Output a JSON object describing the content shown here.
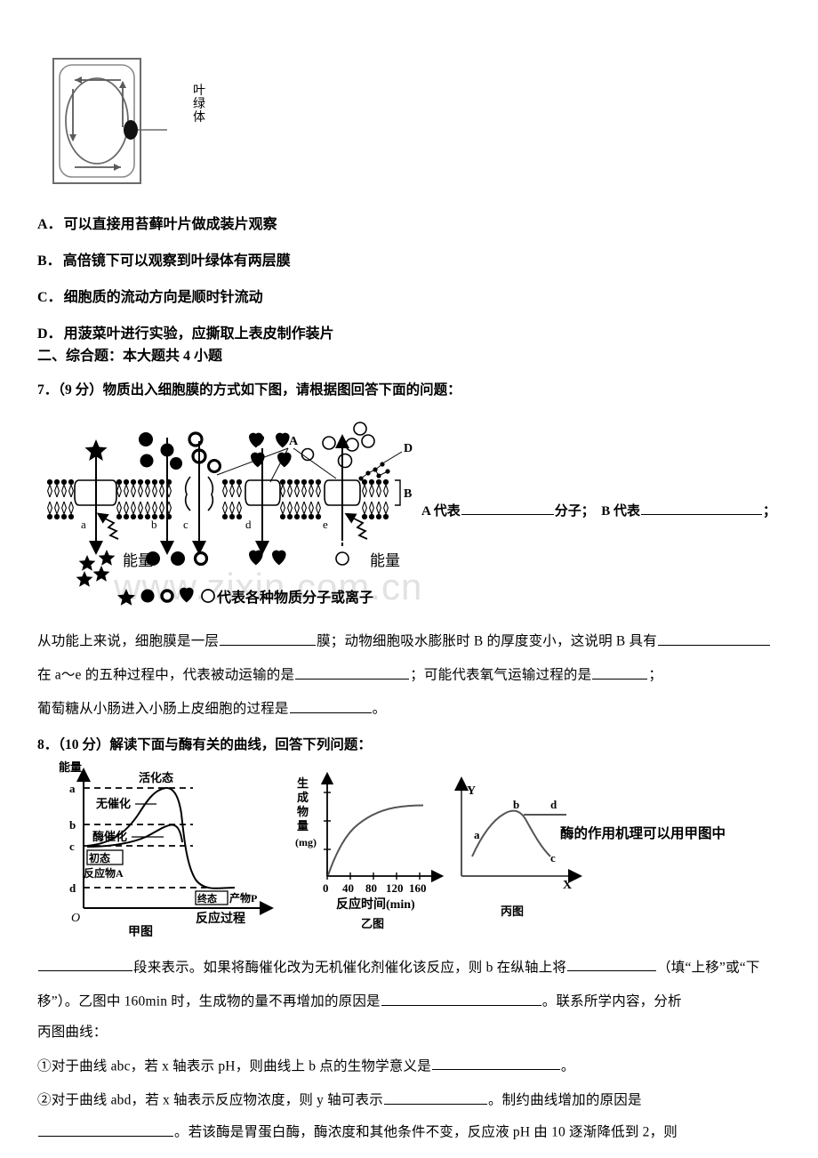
{
  "figure1": {
    "label": "叶绿体",
    "name": "chloroplast-cell-diagram"
  },
  "options": [
    {
      "letter": "A．",
      "text": "可以直接用苔藓叶片做成装片观察"
    },
    {
      "letter": "B．",
      "text": "高倍镜下可以观察到叶绿体有两层膜"
    },
    {
      "letter": "C．",
      "text": "细胞质的流动方向是顺时针流动"
    },
    {
      "letter": "D．",
      "text": "用菠菜叶进行实验，应撕取上表皮制作装片"
    }
  ],
  "section_heading": "二、综合题：本大题共 4 小题",
  "question7": {
    "stem": "7．（9 分）物质出入细胞膜的方式如下图，请根据图回答下面的问题：",
    "membrane_figure": {
      "process_labels": [
        "a",
        "b",
        "c",
        "d",
        "e"
      ],
      "energy_labels": [
        "能量",
        "能量"
      ],
      "callouts": [
        "A",
        "B",
        "D"
      ],
      "legend": "代表各种物质分子或离子"
    },
    "right_prompt_1": "A 代表",
    "right_prompt_1_tail": "分子；",
    "right_prompt_2": "B 代表",
    "right_prompt_2_tail": "；",
    "lines": [
      {
        "segments": [
          {
            "type": "text",
            "value": "从功能上来说，细胞膜是一层"
          },
          {
            "type": "blank",
            "width": 108
          },
          {
            "type": "text",
            "value": "膜；动物细胞吸水膨胀时 B 的厚度变小，这说明 B 具有"
          },
          {
            "type": "blank",
            "width": 126
          }
        ]
      },
      {
        "segments": [
          {
            "type": "text",
            "value": "在 a～e 的五种过程中，代表被动运输的是"
          },
          {
            "type": "blank",
            "width": 128
          },
          {
            "type": "text",
            "value": "；可能代表氧气运输过程的是"
          },
          {
            "type": "blank",
            "width": 62
          },
          {
            "type": "text",
            "value": "；"
          }
        ]
      },
      {
        "segments": [
          {
            "type": "text",
            "value": "葡萄糖从小肠进入小肠上皮细胞的过程是"
          },
          {
            "type": "blank",
            "width": 92
          },
          {
            "type": "text",
            "value": "。"
          }
        ]
      }
    ]
  },
  "question8": {
    "stem": "8．（10 分）解读下面与酶有关的曲线，回答下列问题：",
    "note": "酶的作用机理可以用甲图中",
    "lines": [
      {
        "segments": [
          {
            "type": "blank",
            "width": 106
          },
          {
            "type": "text",
            "value": "段来表示。如果将酶催化改为无机催化剂催化该反应，则 b 在纵轴上将"
          },
          {
            "type": "blank",
            "width": 100
          },
          {
            "type": "text",
            "value": "（填“上移”或“下"
          }
        ]
      },
      {
        "segments": [
          {
            "type": "text",
            "value": "移”）。乙图中 160min 时，生成物的量不再增加的原因是"
          },
          {
            "type": "blank",
            "width": 180
          },
          {
            "type": "text",
            "value": "。联系所学内容，分析"
          }
        ]
      },
      {
        "segments": [
          {
            "type": "text",
            "value": "丙图曲线："
          }
        ]
      },
      {
        "segments": [
          {
            "type": "text",
            "value": "①对于曲线 abc，若 x 轴表示 pH，则曲线上 b 点的生物学意义是"
          },
          {
            "type": "blank",
            "width": 144
          },
          {
            "type": "text",
            "value": "。"
          }
        ]
      },
      {
        "segments": [
          {
            "type": "text",
            "value": "②对于曲线 abd，若 x 轴表示反应物浓度，则 y 轴可表示"
          },
          {
            "type": "blank",
            "width": 116
          },
          {
            "type": "text",
            "value": "。制约曲线增加的原因是"
          }
        ]
      },
      {
        "segments": [
          {
            "type": "blank",
            "width": 152
          },
          {
            "type": "text",
            "value": "。若该酶是胃蛋白酶，酶浓度和其他条件不变，反应液 pH 由 10 逐渐降低到 2，则"
          }
        ]
      }
    ]
  },
  "watermark": "www.zixin.com.cn",
  "chart_data": [
    {
      "type": "line",
      "name": "甲图",
      "title": "甲图",
      "ylabel": "能量",
      "xlabel": "反应过程",
      "ytick_labels": [
        "a",
        "b",
        "c",
        "d"
      ],
      "ytick_values": [
        4,
        2.6,
        1.9,
        0.45
      ],
      "grid": true,
      "annotations": [
        "活化态",
        "无催化",
        "酶催化",
        "初态",
        "反应物A",
        "终态",
        "产物P"
      ],
      "series": [
        {
          "name": "无催化",
          "comment": "uncatalysed activation energy peak reaching level a",
          "x": [
            0.0,
            0.1,
            0.22,
            0.34,
            0.46,
            0.56,
            0.64,
            0.7,
            0.745,
            0.78,
            0.8,
            0.815,
            0.84,
            0.88,
            0.93,
            1.0
          ],
          "y": [
            1.9,
            1.95,
            2.15,
            2.55,
            3.1,
            3.55,
            3.85,
            3.98,
            4.0,
            3.9,
            3.5,
            2.6,
            1.4,
            0.72,
            0.5,
            0.45
          ]
        },
        {
          "name": "酶催化",
          "comment": "enzyme catalysed, lower peak reaching level b",
          "x": [
            0.0,
            0.12,
            0.28,
            0.42,
            0.55,
            0.64,
            0.7,
            0.745,
            0.775,
            0.8,
            0.815,
            0.84,
            0.88,
            0.93,
            1.0
          ],
          "y": [
            1.9,
            1.9,
            1.93,
            2.0,
            2.12,
            2.32,
            2.5,
            2.58,
            2.56,
            2.45,
            2.2,
            1.35,
            0.7,
            0.5,
            0.45
          ]
        }
      ]
    },
    {
      "type": "line",
      "name": "乙图",
      "title": "乙图",
      "ylabel": "生成物量 (mg)",
      "xlabel": "反应时间(min)",
      "xticks": [
        0,
        40,
        80,
        120,
        160
      ],
      "xtick_labels": [
        "0",
        "40",
        "80",
        "120",
        "160"
      ],
      "ylim": [
        0,
        1.15
      ],
      "grid": false,
      "series": [
        {
          "name": "生成物量",
          "x": [
            0,
            10,
            20,
            30,
            40,
            55,
            70,
            85,
            100,
            115,
            130,
            145,
            160,
            170
          ],
          "y": [
            0.0,
            0.22,
            0.4,
            0.54,
            0.64,
            0.76,
            0.84,
            0.89,
            0.93,
            0.95,
            0.96,
            0.965,
            0.97,
            0.97
          ]
        }
      ]
    },
    {
      "type": "line",
      "name": "丙图",
      "title": "丙图",
      "ylabel": "Y",
      "xlabel": "X",
      "grid": false,
      "point_labels": [
        "a",
        "b",
        "c",
        "d"
      ],
      "series": [
        {
          "name": "abc",
          "comment": "inverted-U curve rising through a, peaking at b, falling to c",
          "x": [
            0.06,
            0.14,
            0.22,
            0.3,
            0.38,
            0.46,
            0.52,
            0.58,
            0.66,
            0.74,
            0.82,
            0.9
          ],
          "y": [
            0.24,
            0.42,
            0.58,
            0.72,
            0.83,
            0.9,
            0.92,
            0.9,
            0.82,
            0.68,
            0.5,
            0.3
          ]
        },
        {
          "name": "abd",
          "comment": "plateau branch from b extending right at constant Y",
          "x": [
            0.52,
            0.72,
            0.92,
            1.05
          ],
          "y": [
            0.92,
            0.92,
            0.92,
            0.92
          ]
        }
      ]
    }
  ]
}
